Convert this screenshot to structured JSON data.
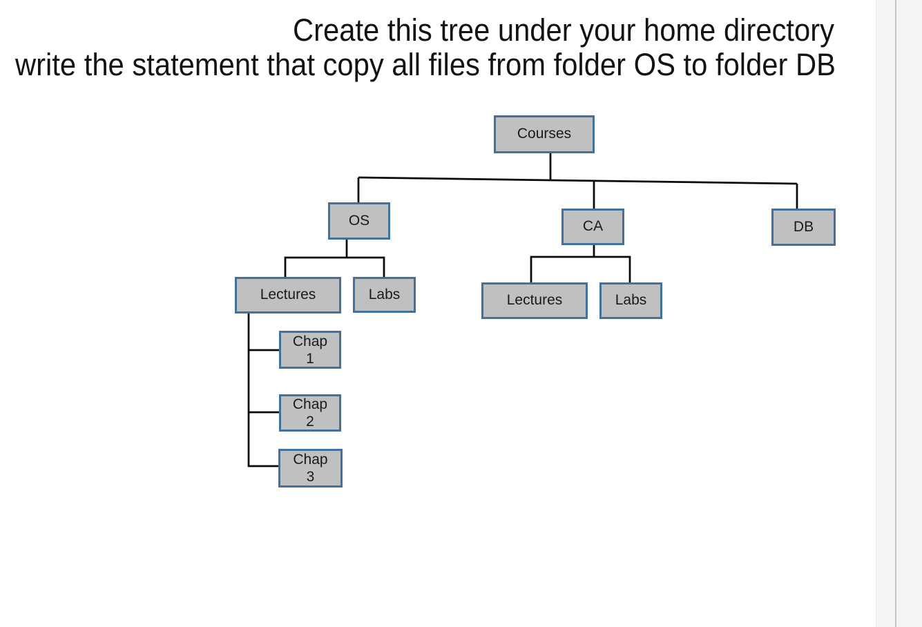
{
  "heading": {
    "line1": "Create this tree under your home directory",
    "line2": "write the statement that copy all files from folder OS to folder DB"
  },
  "tree": {
    "root": {
      "label": "Courses"
    },
    "level1": [
      {
        "label": "OS"
      },
      {
        "label": "CA"
      },
      {
        "label": "DB"
      }
    ],
    "os_children": [
      {
        "label": "Lectures"
      },
      {
        "label": "Labs"
      }
    ],
    "ca_children": [
      {
        "label": "Lectures"
      },
      {
        "label": "Labs"
      }
    ],
    "chapters": [
      {
        "line1": "Chap",
        "line2": "1"
      },
      {
        "line1": "Chap",
        "line2": "2"
      },
      {
        "line1": "Chap",
        "line2": "3"
      }
    ]
  },
  "colors": {
    "box_fill": "#c0c0c0",
    "box_border": "#41719c",
    "connector": "#0a0a0a",
    "heading_text": "#131313"
  }
}
